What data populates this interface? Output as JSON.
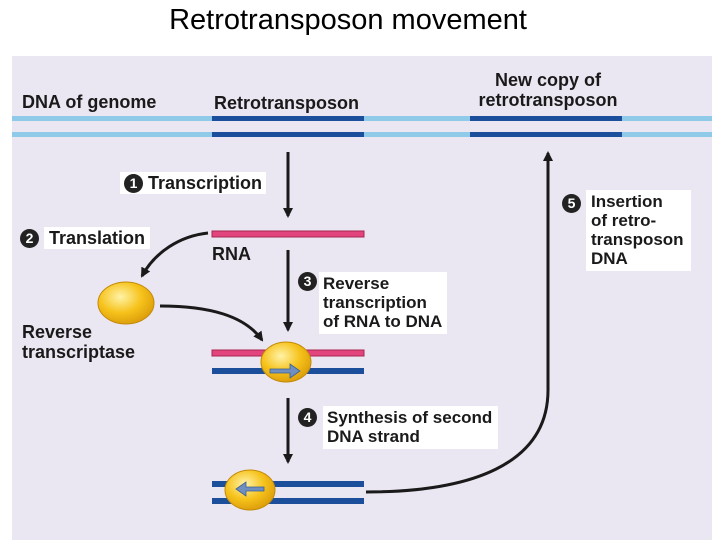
{
  "title": "Retrotransposon movement",
  "labels": {
    "dna_of_genome": "DNA of genome",
    "retrotransposon": "Retrotransposon",
    "new_copy_line1": "New copy of",
    "new_copy_line2": "retrotransposon",
    "rna": "RNA",
    "reverse_transcriptase_line1": "Reverse",
    "reverse_transcriptase_line2": "transcriptase"
  },
  "steps": [
    {
      "number": "1",
      "lines": [
        "Transcription"
      ]
    },
    {
      "number": "2",
      "lines": [
        "Translation"
      ]
    },
    {
      "number": "3",
      "lines": [
        "Reverse",
        "transcription",
        "of RNA to DNA"
      ]
    },
    {
      "number": "4",
      "lines": [
        "Synthesis of second",
        "DNA strand"
      ]
    },
    {
      "number": "5",
      "lines": [
        "Insertion",
        "of retro-",
        "transposon",
        "DNA"
      ]
    }
  ],
  "colors": {
    "dna_light": "#8fcbe9",
    "dna_dark": "#1b4f9c",
    "rna": "#e2457d",
    "enzyme": "#f5c11a",
    "arrow": "#1a1a1a",
    "panel": "#ebe7f2"
  },
  "icons": {
    "enzyme": "yellow-ellipse",
    "arrows": "curved-black-arrow"
  }
}
